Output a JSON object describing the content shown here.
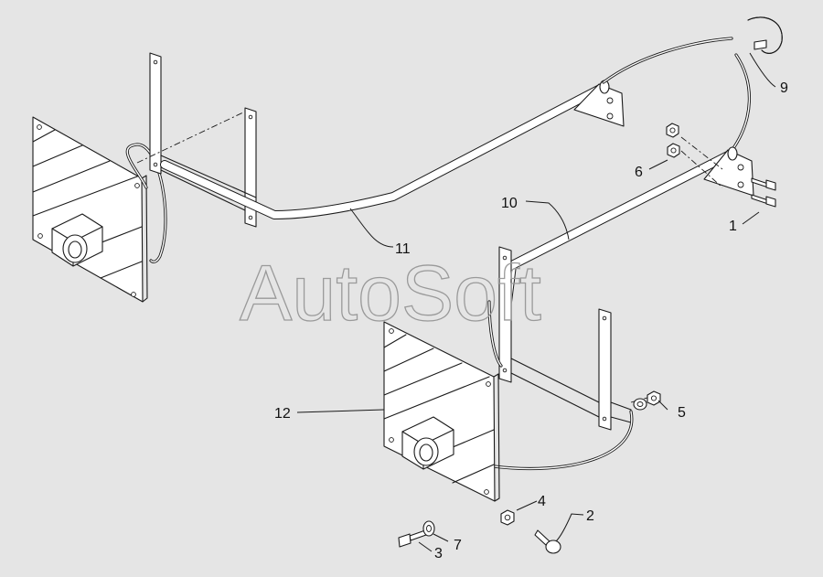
{
  "watermark": "AutoSoft",
  "callouts": {
    "c1": "1",
    "c2": "2",
    "c3": "3",
    "c4": "4",
    "c5": "5",
    "c6": "6",
    "c7": "7",
    "c9": "9",
    "c10": "10",
    "c11": "11",
    "c12": "12"
  },
  "colors": {
    "background": "#e5e5e5",
    "line": "#1a1a1a",
    "watermark": "#9a9a9a"
  }
}
